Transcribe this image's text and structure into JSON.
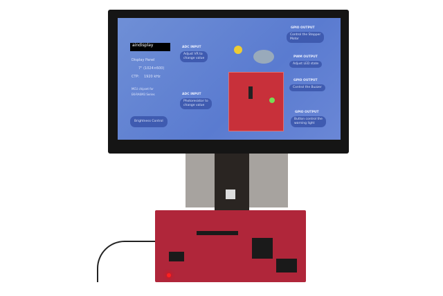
{
  "screen": {
    "logo_text": "aindisplay",
    "panel_title": "Display Panel",
    "panel_size": "7\" (1024×600)",
    "ctp": "CTP:",
    "ctp_value": "1920 kHz",
    "note_line1": "MCU chipset for",
    "note_line2": "EK-RA6M3 Series",
    "brightness_button": "Brightness Control",
    "callouts": [
      {
        "title": "ADC INPUT",
        "text1": "Adjust VR to",
        "text2": "change value"
      },
      {
        "title": "ADC INPUT",
        "text1": "Photoresistor to",
        "text2": "change value"
      },
      {
        "title": "GPIO OUTPUT",
        "text1": "Control the Stepper",
        "text2": "Motor"
      },
      {
        "title": "PWM OUTPUT",
        "text1": "Adjust LED state",
        "text2": ""
      },
      {
        "title": "GPIO OUTPUT",
        "text1": "Control the Buzzer",
        "text2": ""
      },
      {
        "title": "GPIO OUTPUT",
        "text1": "Button control the",
        "text2": "warning light"
      }
    ]
  },
  "colors": {
    "screen_bg": "#5a7bd0",
    "pill": "#3f5bb0",
    "pcb": "#b0263a",
    "led": "#ff2020"
  }
}
